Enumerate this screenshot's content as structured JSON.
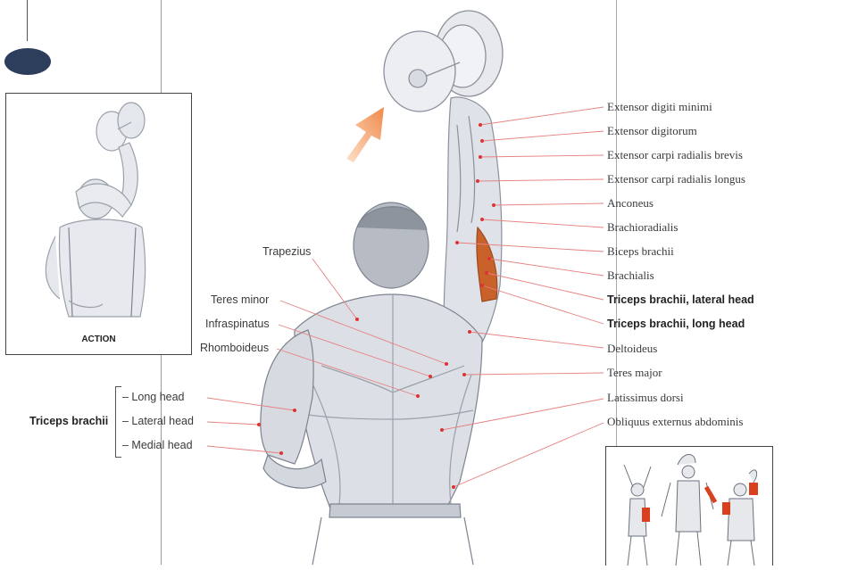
{
  "inset_action": {
    "caption": "ACTION"
  },
  "labels_right": [
    {
      "text": "Extensor digiti minimi",
      "bold": false
    },
    {
      "text": "Extensor digitorum",
      "bold": false
    },
    {
      "text": "Extensor carpi radialis brevis",
      "bold": false
    },
    {
      "text": "Extensor carpi radialis longus",
      "bold": false
    },
    {
      "text": "Anconeus",
      "bold": false
    },
    {
      "text": "Brachioradialis",
      "bold": false
    },
    {
      "text": "Biceps brachii",
      "bold": false
    },
    {
      "text": "Brachialis",
      "bold": false
    },
    {
      "text": "Triceps brachii, lateral head",
      "bold": true
    },
    {
      "text": "Triceps brachii, long head",
      "bold": true
    },
    {
      "text": "Deltoideus",
      "bold": false
    },
    {
      "text": "Teres major",
      "bold": false
    },
    {
      "text": "Latissimus dorsi",
      "bold": false
    },
    {
      "text": "Obliquus externus abdominis",
      "bold": false
    }
  ],
  "labels_left": {
    "trapezius": "Trapezius",
    "teres_minor": "Teres minor",
    "infraspinatus": "Infraspinatus",
    "rhomboideus": "Rhomboideus",
    "triceps_group": "Triceps brachii",
    "long_head": "– Long head",
    "lateral_head": "– Lateral head",
    "medial_head": "– Medial head"
  },
  "colors": {
    "tab": "#2d3e5c",
    "arrow": "#f08a4b",
    "highlight_muscle": "#c9622a",
    "leader": "#e07070",
    "skin": "#c8ccd4"
  }
}
